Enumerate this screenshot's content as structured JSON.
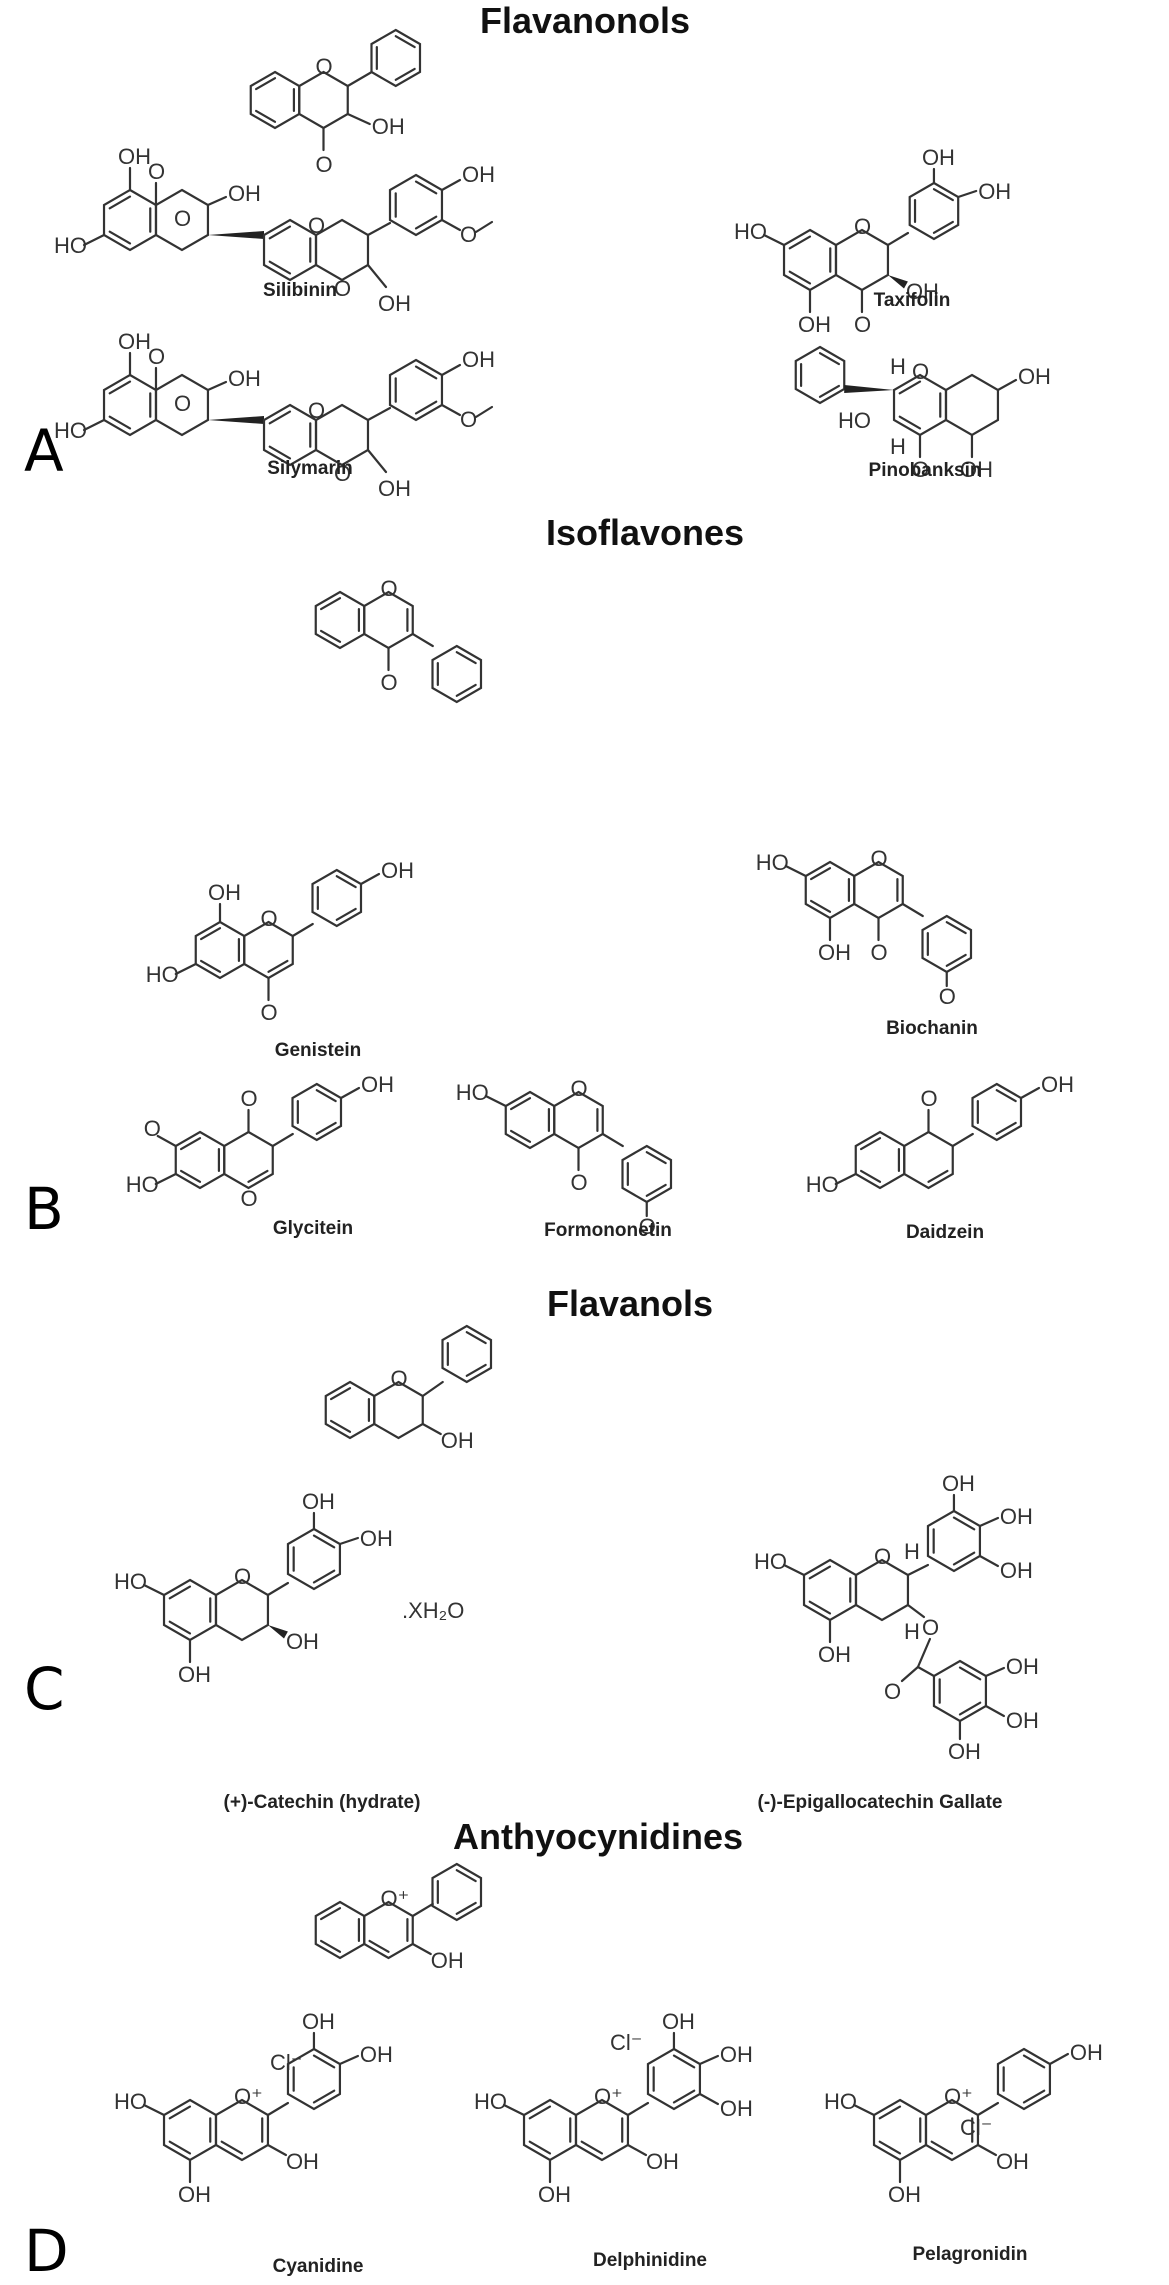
{
  "figure": {
    "panels": [
      {
        "letter": "A",
        "heading": "Flavanonols",
        "compounds": [
          "Silibinin",
          "Taxifolin",
          "Silymarin",
          "Pinobanksin"
        ]
      },
      {
        "letter": "B",
        "heading": "Isoflavones",
        "compounds": [
          "Genistein",
          "Biochanin",
          "Glycitein",
          "Formononetin",
          "Daidzein"
        ]
      },
      {
        "letter": "C",
        "heading": "Flavanols",
        "compounds": [
          "(+)-Catechin (hydrate)",
          "(-)-Epigallocatechin Gallate"
        ],
        "hydrate_label": ".XH₂O"
      },
      {
        "letter": "D",
        "heading": "Anthyocynidines",
        "compounds": [
          "Cyanidine",
          "Delphinidine",
          "Pelagronidin"
        ],
        "counter_ion": "Cl⁻",
        "cation_label": "O⁺"
      }
    ],
    "atom_labels": {
      "hydroxyl": "OH",
      "hydroxyl_left": "HO",
      "oxygen": "O",
      "hydrogen": "H",
      "methoxy_o": "O"
    }
  }
}
